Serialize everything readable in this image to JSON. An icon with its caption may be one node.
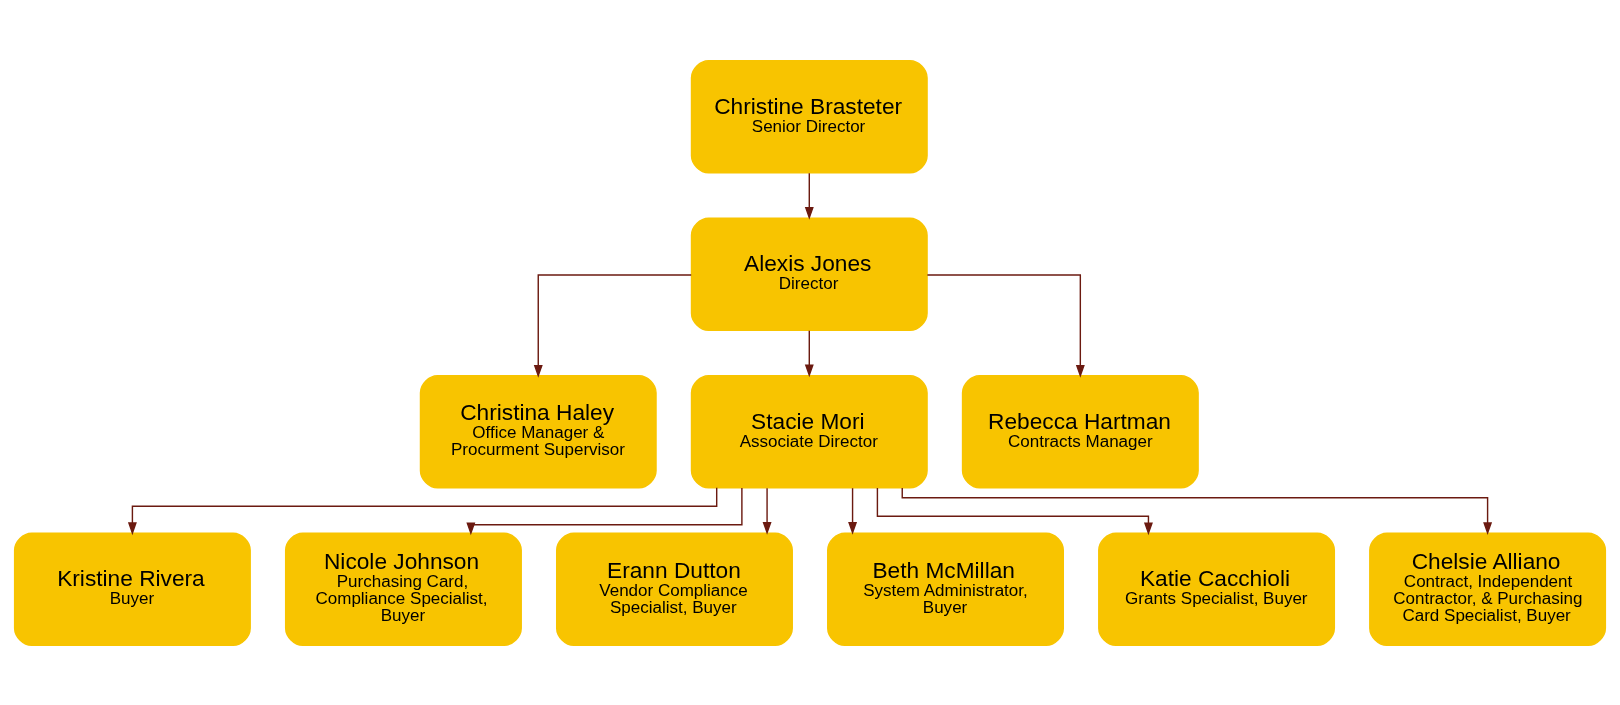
{
  "diagram": {
    "nodes": [
      {
        "text": [
          "Christine Brasteter",
          "Senior Director"
        ]
      },
      {
        "text": [
          "Alexis Jones",
          "Director"
        ]
      },
      {
        "text": [
          "Christina Haley",
          "Office Manager & Procurment Supervisor"
        ]
      },
      {
        "text": [
          "Stacie Mori",
          "Associate Director"
        ]
      },
      {
        "text": [
          "Rebecca Hartman",
          "Contracts Manager"
        ]
      },
      {
        "text": [
          "Kristine Rivera",
          "Buyer"
        ]
      },
      {
        "text": [
          "Nicole Johnson",
          "Purchasing Card, Compliance Specialist, Buyer"
        ]
      },
      {
        "text": [
          "Erann Dutton",
          "Vendor Compliance Specialist, Buyer"
        ]
      },
      {
        "text": [
          "Beth McMillan",
          "System Administrator, Buyer"
        ]
      },
      {
        "text": [
          "Katie Cacchioli",
          "Grants Specialist, Buyer"
        ]
      },
      {
        "text": [
          "Chelsie Alliano",
          "Contract, Independent Contractor, & Purchasing Card Specialist, Buyer"
        ]
      }
    ],
    "edges": [
      {
        "from": 0,
        "to": 1,
        "arrow": "to"
      },
      {
        "from": 1,
        "to": 2,
        "arrow": "to"
      },
      {
        "from": 1,
        "to": 3,
        "arrow": "to"
      },
      {
        "from": 1,
        "to": 4,
        "arrow": "to"
      },
      {
        "from": 3,
        "to": 5,
        "arrow": "to"
      },
      {
        "from": 3,
        "to": 6,
        "arrow": "to"
      },
      {
        "from": 3,
        "to": 7,
        "arrow": "to"
      },
      {
        "from": 3,
        "to": 8,
        "arrow": "to"
      },
      {
        "from": 3,
        "to": 9,
        "arrow": "to"
      },
      {
        "from": 3,
        "to": 10,
        "arrow": "to"
      }
    ]
  }
}
